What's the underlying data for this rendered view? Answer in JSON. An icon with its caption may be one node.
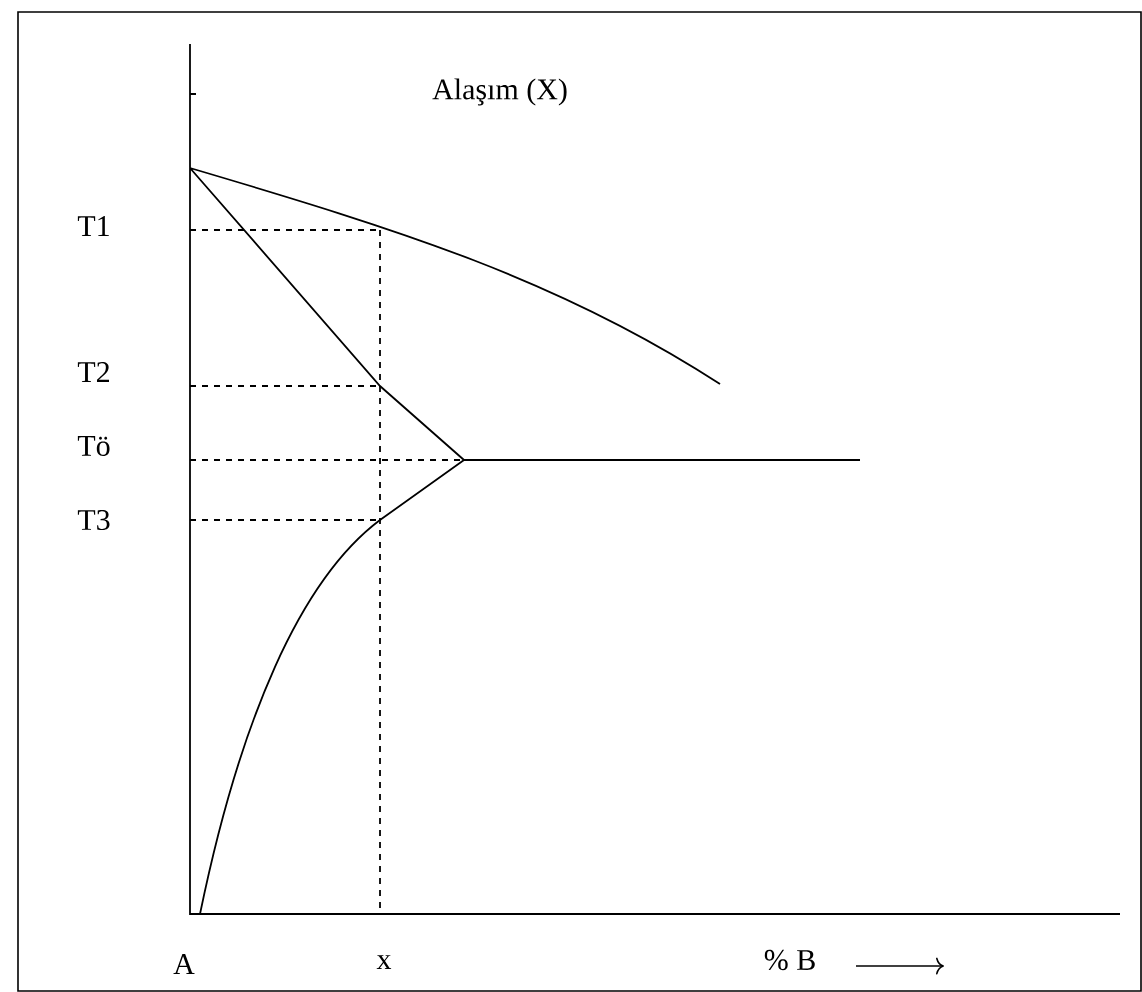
{
  "diagram": {
    "title": "Alaşım (X)",
    "labels": [
      "T1",
      "T2",
      "Tö",
      "T3",
      "A",
      "x",
      "% B"
    ]
  }
}
